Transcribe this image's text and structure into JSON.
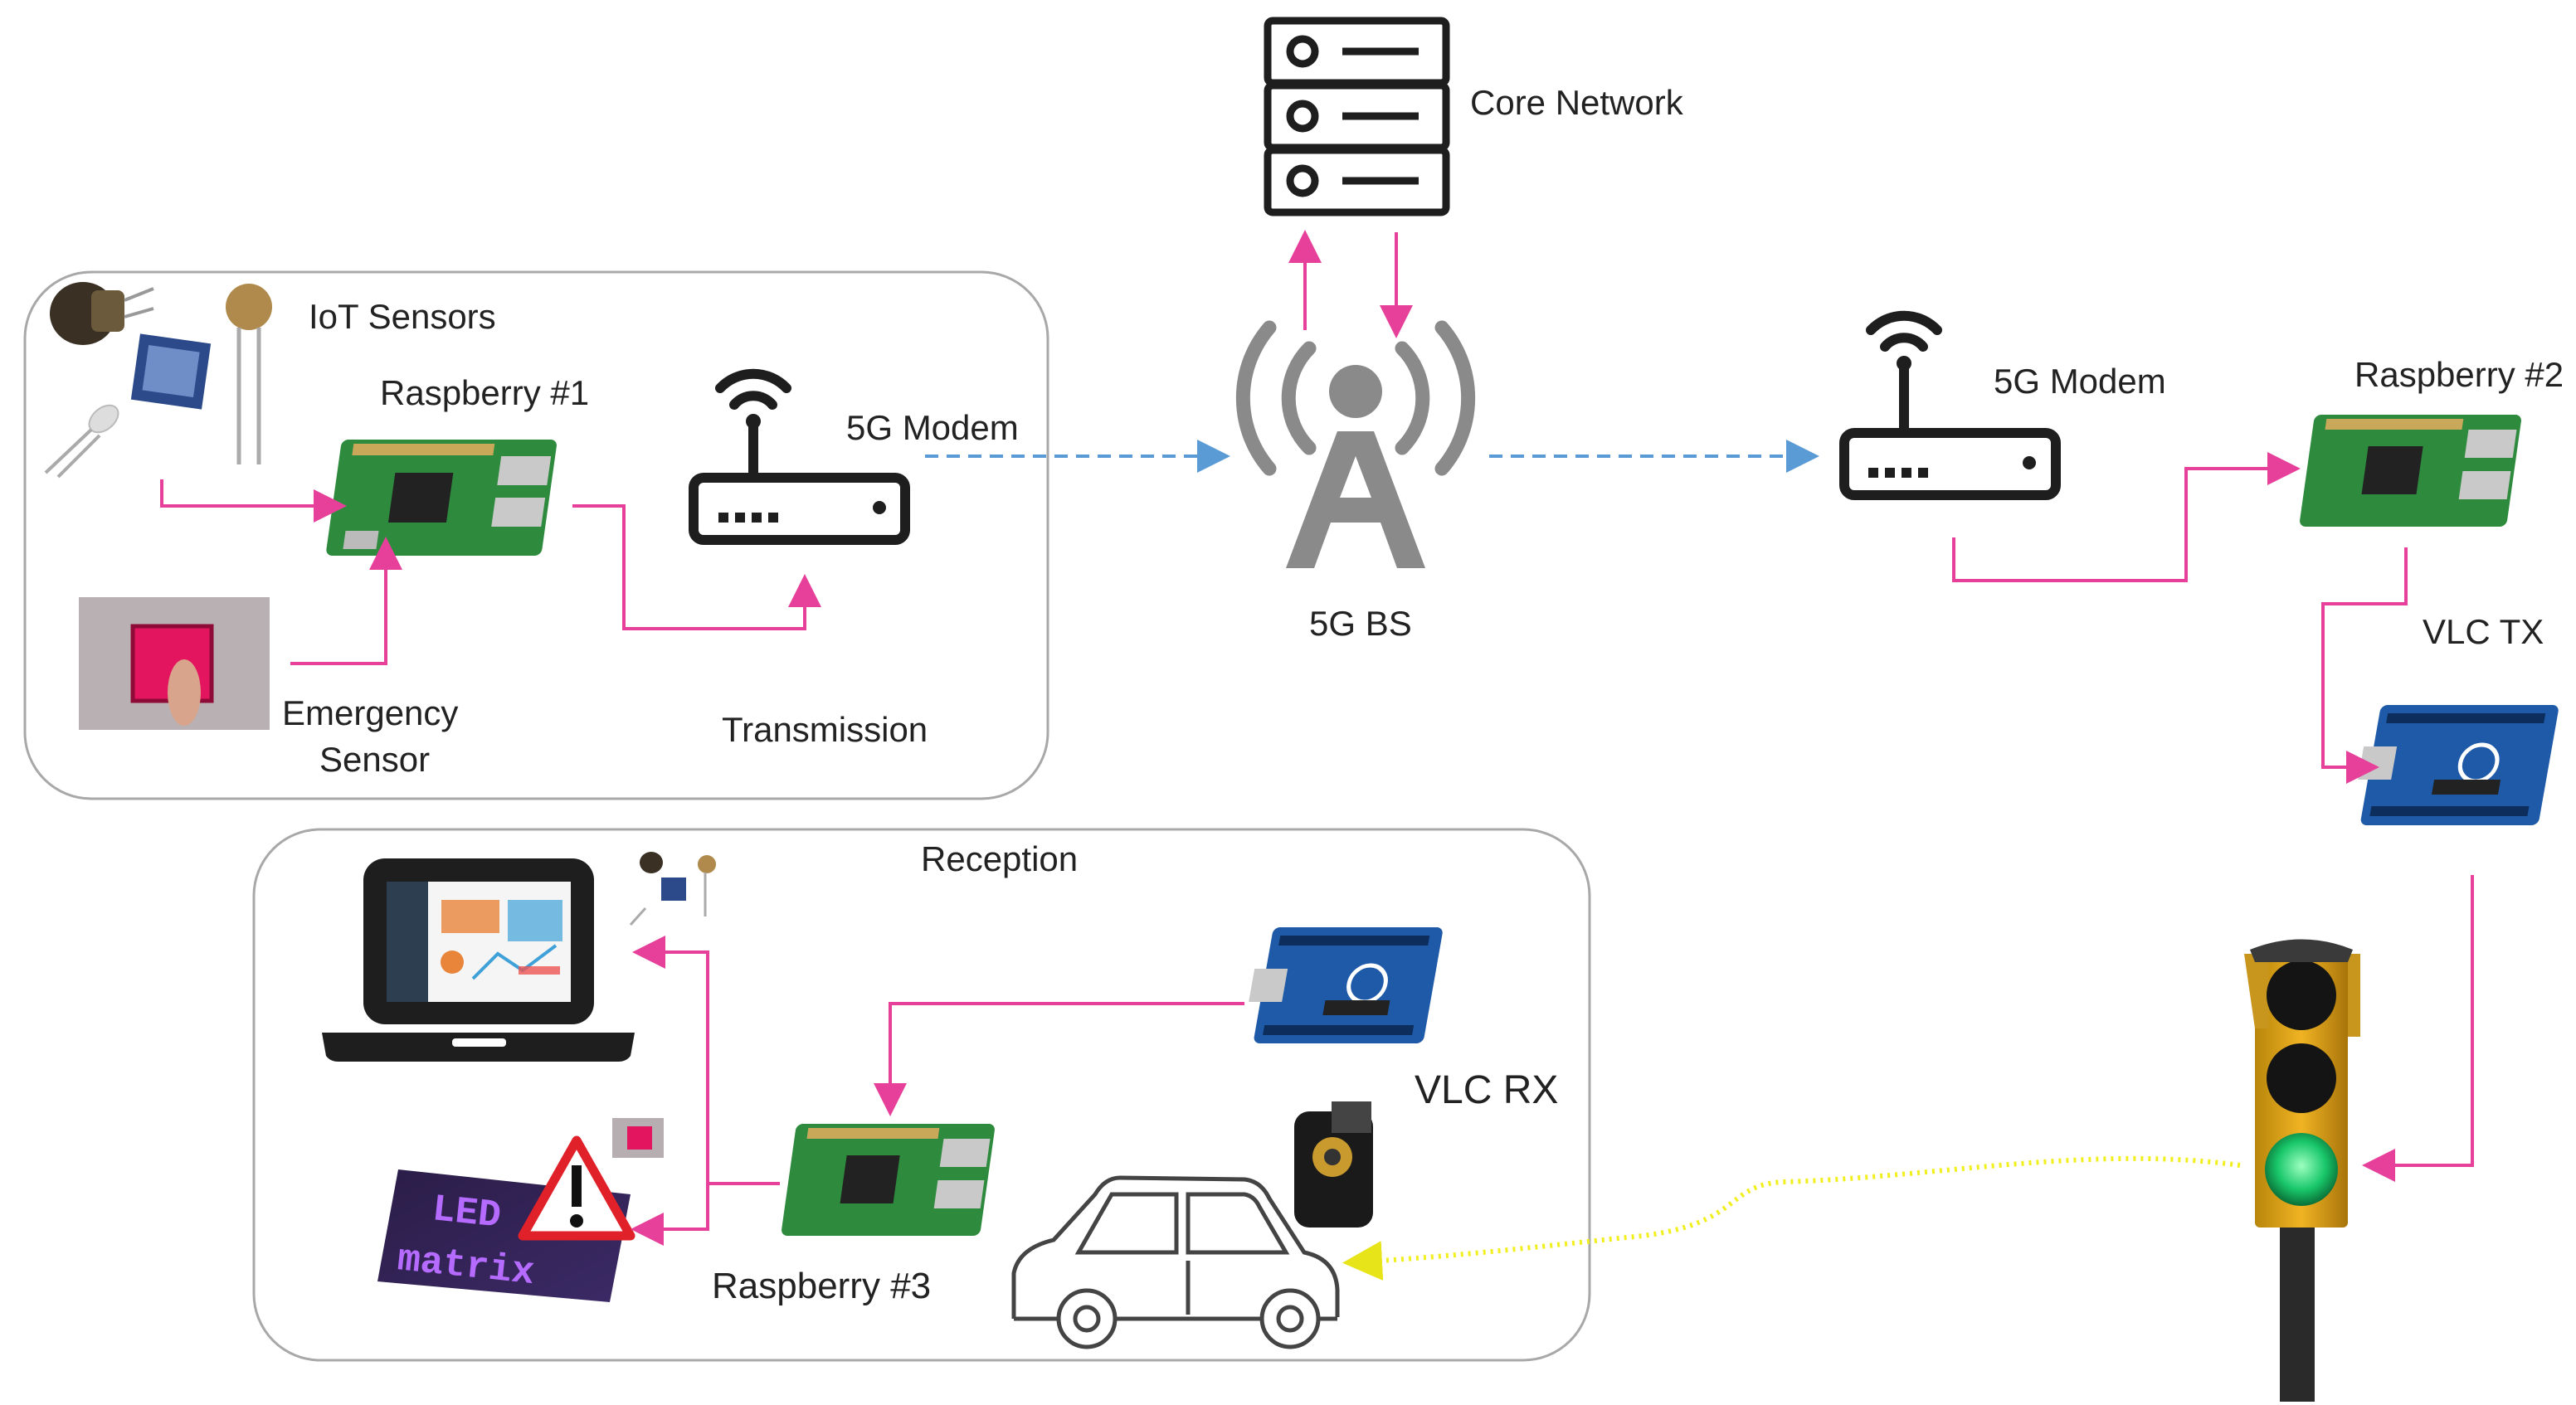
{
  "labels": {
    "core_network": "Core Network",
    "iot_sensors": "IoT Sensors",
    "raspberry_1": "Raspberry #1",
    "modem_tx": "5G Modem",
    "emergency_1": "Emergency",
    "emergency_2": "Sensor",
    "transmission": "Transmission",
    "bs": "5G BS",
    "modem_rx": "5G Modem",
    "raspberry_2": "Raspberry #2",
    "vlc_tx": "VLC TX",
    "reception": "Reception",
    "vlc_rx": "VLC RX",
    "raspberry_3": "Raspberry #3",
    "led_line1": "LED",
    "led_line2": "matrix"
  },
  "colors": {
    "link": "#e6409a",
    "wireless": "#5b9bd5",
    "vlc": "#f2ef1e",
    "icon_dark": "#1e1e1e",
    "bs_grey": "#8a8a8a",
    "panel_border": "#a8a8a8",
    "board_green": "#2e8b3d",
    "arduino_blue": "#1e5aa8"
  }
}
